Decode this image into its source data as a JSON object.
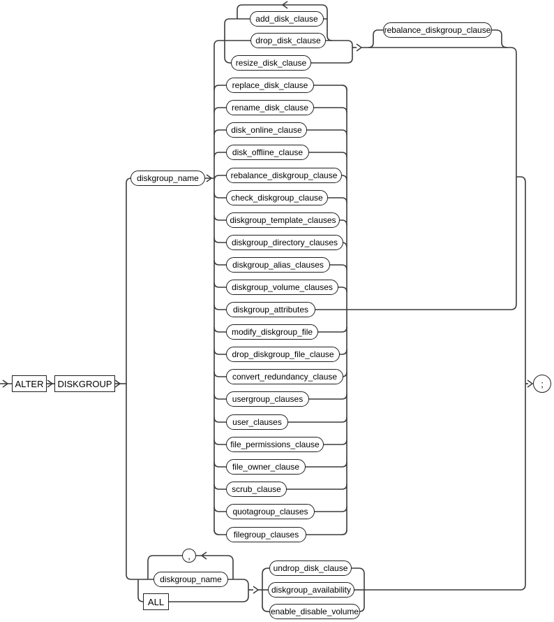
{
  "diagram": {
    "kind": "railroad-syntax-diagram",
    "statement": "ALTER DISKGROUP",
    "colors": {
      "line": "#3a3a3a",
      "node_border": "#1f1f1f",
      "text": "#000000",
      "background": "#ffffff"
    },
    "keywords": {
      "alter": "ALTER",
      "diskgroup": "DISKGROUP",
      "all": "ALL"
    },
    "terminals": {
      "comma": ",",
      "semicolon": ";"
    },
    "operands": {
      "diskgroup_name_top": "diskgroup_name",
      "diskgroup_name_bottom": "diskgroup_name"
    },
    "loop_group": [
      "add_disk_clause",
      "drop_disk_clause",
      "resize_disk_clause"
    ],
    "optional_after_loop": "rebalance_diskgroup_clause",
    "stack": [
      "replace_disk_clause",
      "rename_disk_clause",
      "disk_online_clause",
      "disk_offline_clause",
      "rebalance_diskgroup_clause",
      "check_diskgroup_clause",
      "diskgroup_template_clauses",
      "diskgroup_directory_clauses",
      "diskgroup_alias_clauses",
      "diskgroup_volume_clauses",
      "diskgroup_attributes",
      "modify_diskgroup_file",
      "drop_diskgroup_file_clause",
      "convert_redundancy_clause",
      "usergroup_clauses",
      "user_clauses",
      "file_permissions_clause",
      "file_owner_clause",
      "scrub_clause",
      "quotagroup_clauses",
      "filegroup_clauses"
    ],
    "bottom_group": [
      "undrop_disk_clause",
      "diskgroup_availability",
      "enable_disable_volume"
    ]
  }
}
